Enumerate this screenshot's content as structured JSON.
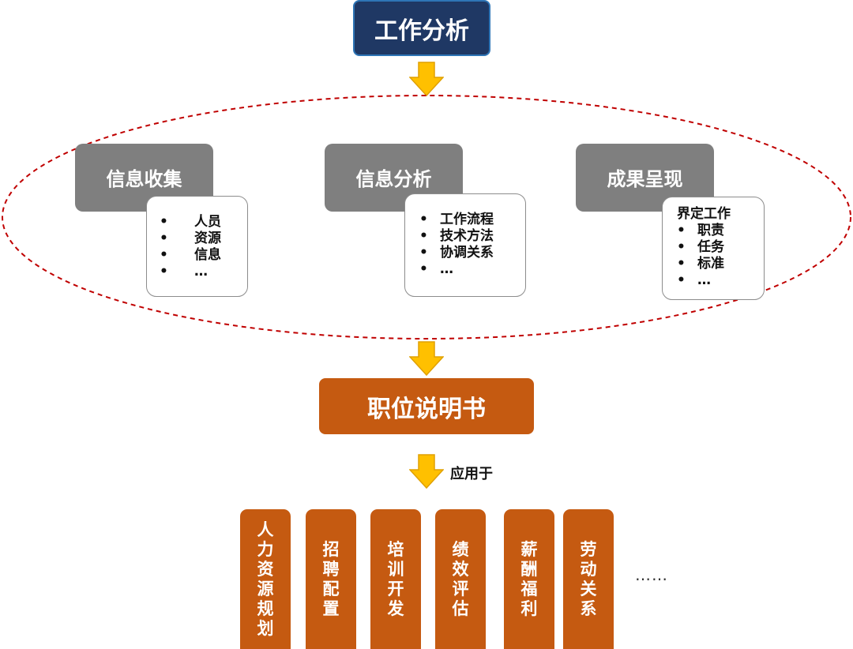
{
  "title": "工作分析",
  "phases": [
    {
      "label": "信息收集",
      "detail_header": "",
      "items": [
        "人员",
        "资源",
        "信息",
        "…"
      ]
    },
    {
      "label": "信息分析",
      "detail_header": "",
      "items": [
        "工作流程",
        "技术方法",
        "协调关系",
        "…"
      ]
    },
    {
      "label": "成果呈现",
      "detail_header": "界定工作",
      "items": [
        "职责",
        "任务",
        "标准",
        "…"
      ]
    }
  ],
  "bullet": "•",
  "job_description": "职位说明书",
  "apply_label": "应用于",
  "applications": [
    "人力资源规划",
    "招聘配置",
    "培训开发",
    "绩效评估",
    "薪酬福利",
    "劳动关系"
  ],
  "more": "……",
  "colors": {
    "title_fill": "#1f3864",
    "title_border": "#2e75b6",
    "arrow": "#ffc000",
    "arrow_outline": "#e0a000",
    "phase_fill": "#7f7f7f",
    "ellipse_dash": "#c00000",
    "accent": "#c55a11"
  }
}
